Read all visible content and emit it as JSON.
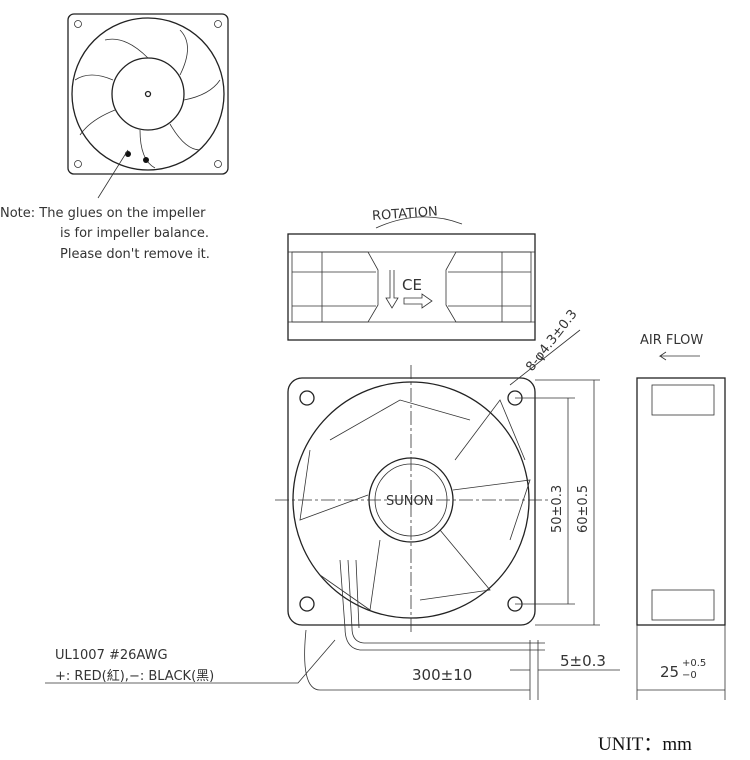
{
  "note": {
    "line1": "Note:  The glues on the impeller",
    "line2": "is for impeller balance.",
    "line3": "Please don't remove it."
  },
  "labels": {
    "rotation": "ROTATION",
    "air_flow": "AIR FLOW",
    "brand": "SUNON",
    "ce_mark": "CE",
    "hole_spec": "8-φ4.3±0.3",
    "wire_spec": "UL1007  #26AWG",
    "wire_colors": "+: RED(紅),−: BLACK(黑)",
    "unit": "UNIT：mm"
  },
  "dimensions": {
    "hole_pitch": "50±0.3",
    "outer": "60±0.5",
    "lead_length": "300±10",
    "strip_length": "5±0.3",
    "depth_base": "25",
    "depth_tol_upper": "+0.5",
    "depth_tol_lower": "−0"
  }
}
